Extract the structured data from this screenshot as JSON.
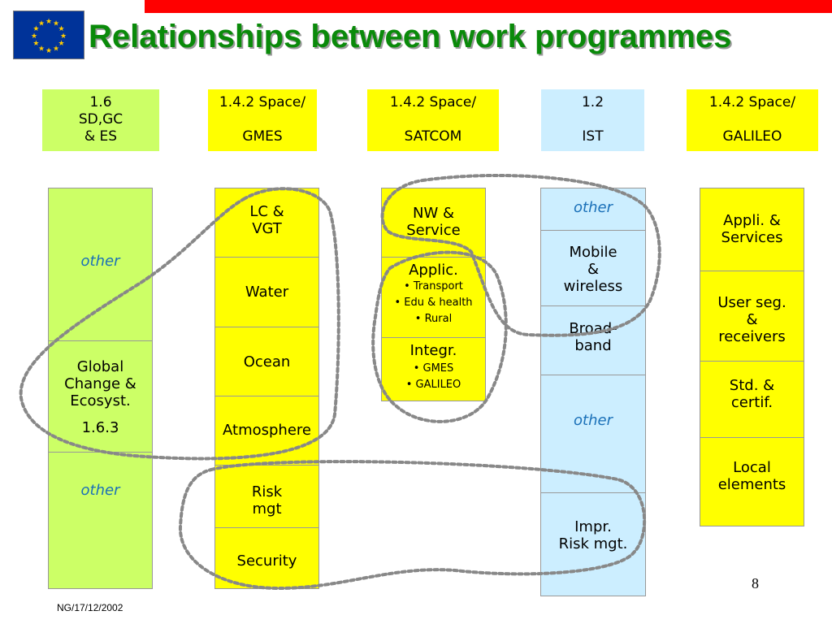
{
  "title": "Relationships between work programmes",
  "header_boxes": [
    {
      "line1": "1.6",
      "line2": "SD,GC",
      "line3": "& ES"
    },
    {
      "line1": "1.4.2 Space/",
      "line2": "GMES"
    },
    {
      "line1": "1.4.2 Space/",
      "line2": "SATCOM"
    },
    {
      "line1": "1.2",
      "line2": "IST"
    },
    {
      "line1": "1.4.2 Space/",
      "line2": "GALILEO"
    }
  ],
  "col1": {
    "other_top": "other",
    "global_l1": "Global",
    "global_l2": "Change &",
    "global_l3": "Ecosyst.",
    "global_code": "1.6.3",
    "other_bottom": "other"
  },
  "col2": {
    "lc_l1": "LC &",
    "lc_l2": "VGT",
    "water": "Water",
    "ocean": "Ocean",
    "atmosphere": "Atmosphere",
    "risk_l1": "Risk",
    "risk_l2": "mgt",
    "security": "Security"
  },
  "col3": {
    "nw_l1": "NW &",
    "nw_l2": "Service",
    "applic": "Applic.",
    "applic_items": [
      "• Transport",
      "• Edu & health",
      "• Rural"
    ],
    "integr": "Integr.",
    "integr_items": [
      "• GMES",
      "• GALILEO"
    ]
  },
  "col4": {
    "other_top": "other",
    "mobile_l1": "Mobile",
    "mobile_l2": "&",
    "mobile_l3": "wireless",
    "broad_l1": "Broad-",
    "broad_l2": "band",
    "other_mid": "other",
    "impr_l1": "Impr.",
    "impr_l2": "Risk mgt."
  },
  "col5": {
    "appli_l1": "Appli. &",
    "appli_l2": "Services",
    "user_l1": "User seg.",
    "user_l2": "&",
    "user_l3": "receivers",
    "std_l1": "Std. &",
    "std_l2": "certif.",
    "local_l1": "Local",
    "local_l2": "elements"
  },
  "page_number": "8",
  "footer": "NG/17/12/2002",
  "colors": {
    "title": "#0a8a0a",
    "top_bar": "#ff0000",
    "green_fill": "#ccff66",
    "yellow_fill": "#ffff00",
    "blue_fill": "#cceeff",
    "other_text": "#1a70b8",
    "flag_blue": "#003399",
    "flag_stars": "#ffcc00",
    "dotted_loop": "#888888"
  }
}
